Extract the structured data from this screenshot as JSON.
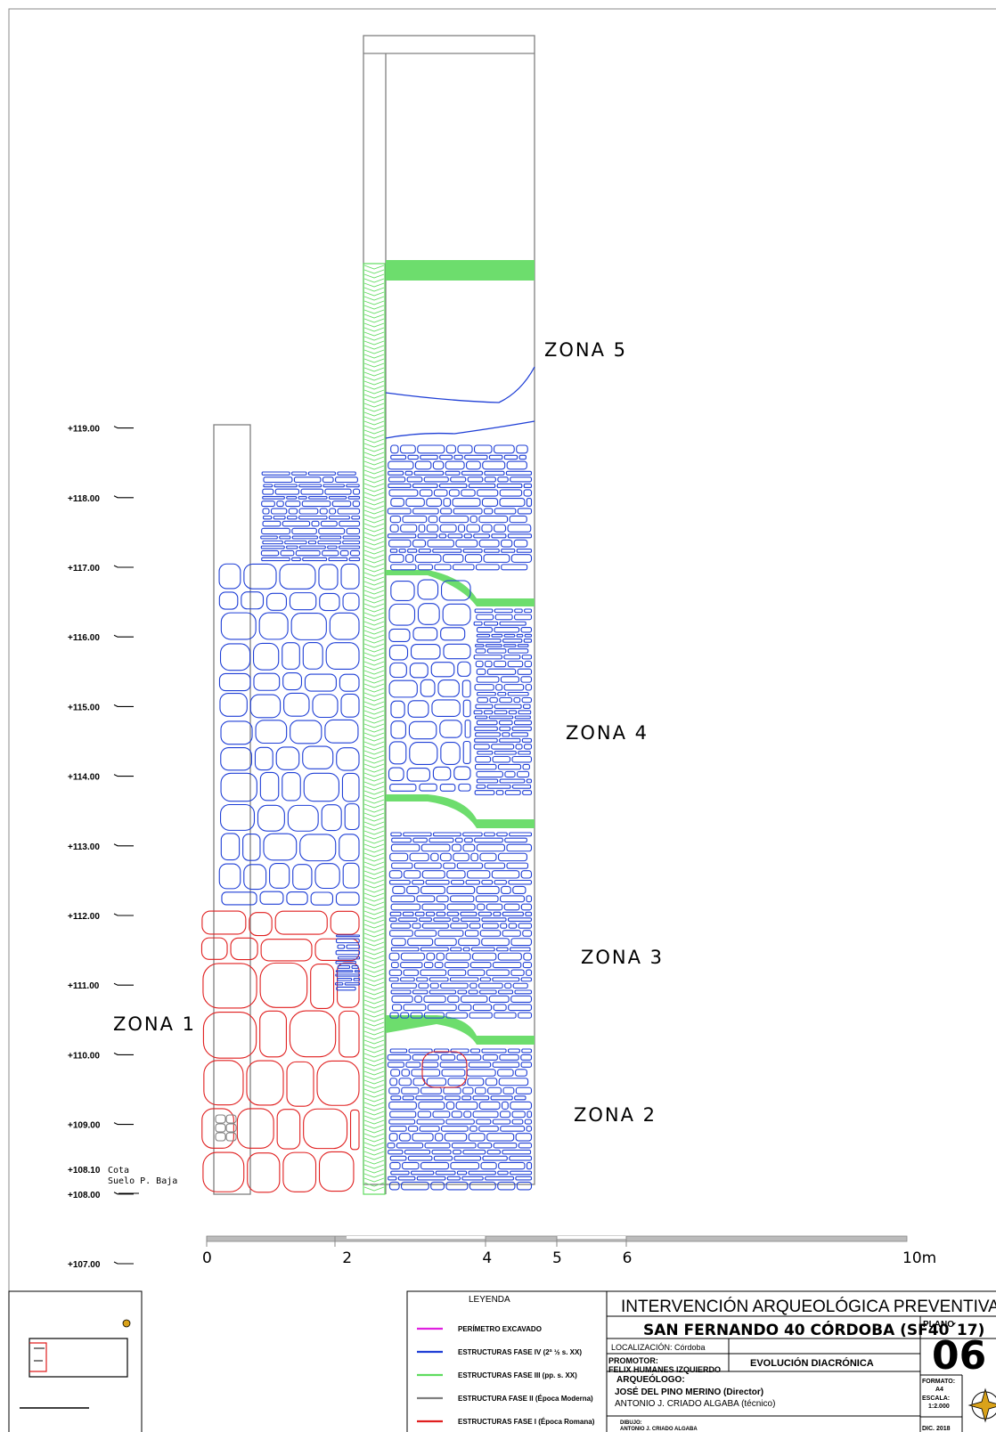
{
  "elevations": [
    {
      "label": "+119.00",
      "value": 119
    },
    {
      "label": "+118.00",
      "value": 118
    },
    {
      "label": "+117.00",
      "value": 117
    },
    {
      "label": "+116.00",
      "value": 116
    },
    {
      "label": "+115.00",
      "value": 115
    },
    {
      "label": "+114.00",
      "value": 114
    },
    {
      "label": "+113.00",
      "value": 113
    },
    {
      "label": "+112.00",
      "value": 112
    },
    {
      "label": "+111.00",
      "value": 111
    },
    {
      "label": "+110.00",
      "value": 110
    },
    {
      "label": "+109.00",
      "value": 109
    },
    {
      "label": "+108.00",
      "value": 108
    },
    {
      "label": "+107.00",
      "value": 107
    }
  ],
  "floor_level": {
    "label": "+108.10",
    "note_line1": "Cota",
    "note_line2": "Suelo P. Baja",
    "value": 108.1
  },
  "zones": {
    "zona5": "ZONA 5",
    "zona4": "ZONA 4",
    "zona3": "ZONA 3",
    "zona2": "ZONA 2",
    "zona1": "ZONA 1"
  },
  "scale_bar": {
    "ticks": [
      {
        "label": "0",
        "value": 0
      },
      {
        "label": "2",
        "value": 2
      },
      {
        "label": "4",
        "value": 4
      },
      {
        "label": "5",
        "value": 5
      },
      {
        "label": "6",
        "value": 6
      },
      {
        "label": "10m",
        "value": 10
      }
    ]
  },
  "legend": {
    "title": "LEYENDA",
    "items": [
      {
        "label": "PERÍMETRO EXCAVADO",
        "color": "#e020e0"
      },
      {
        "label": "ESTRUCTURAS FASE IV (2ª ½ s. XX)",
        "color": "#1f3fd6"
      },
      {
        "label": "ESTRUCTURAS FASE III (pp. s. XX)",
        "color": "#5fdc5f"
      },
      {
        "label": "ESTRUCTURA FASE II (Época Moderna)",
        "color": "#808080"
      },
      {
        "label": "ESTRUCTURAS FASE I (Época Romana)",
        "color": "#e01f1f"
      }
    ]
  },
  "title_block": {
    "header": "INTERVENCIÓN ARQUEOLÓGICA PREVENTIVA",
    "subheader": "SAN FERNANDO 40 CÓRDOBA   (SF40´17)",
    "location": "LOCALIZACIÓN: Córdoba",
    "promoter_label": "PROMOTOR:",
    "promoter": "FELIX HUMANES IZQUIERDO",
    "plan_title": "EVOLUCIÓN DIACRÓNICA",
    "archaeologist_label": "ARQUEÓLOGO:",
    "archaeologist_1": "JOSÉ DEL PINO MERINO (Director)",
    "archaeologist_2": "ANTONIO J. CRIADO ALGABA (técnico)",
    "drawing_label": "DIBUJO:",
    "drawing_by": "ANTONIO J. CRIADO ALGABA",
    "plano_label": "PLANO",
    "plano_number": "06",
    "formato_label": "FORMATO:",
    "formato": "A4",
    "escala_label": "ESCALA:",
    "escala": "1:2.000",
    "date": "DIC. 2018"
  },
  "colors": {
    "phase4": "#1f3fd6",
    "phase3": "#5fdc5f",
    "phase2": "#808080",
    "phase1": "#e01f1f",
    "outline": "#808080"
  }
}
